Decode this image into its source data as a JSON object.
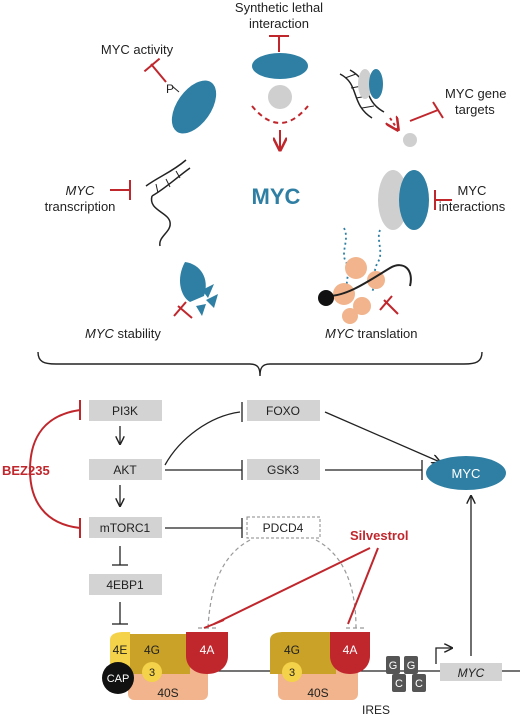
{
  "top": {
    "synthetic_lethal": [
      "Synthetic lethal",
      "interaction"
    ],
    "myc_activity": "MYC activity",
    "phospho": "P",
    "myc_gene_targets": [
      "MYC gene",
      "targets"
    ],
    "myc_transcription": [
      "MYC",
      "transcription"
    ],
    "center_label": "MYC",
    "myc_interactions": [
      "MYC",
      "interactions"
    ],
    "myc_stability": [
      "MYC",
      " stability"
    ],
    "myc_translation": [
      "MYC",
      " translation"
    ]
  },
  "pathway": {
    "pi3k": "PI3K",
    "akt": "AKT",
    "mtorc1": "mTORC1",
    "fourebp1": "4EBP1",
    "foxo": "FOXO",
    "gsk3": "GSK3",
    "pdcd4": "PDCD4",
    "myc_node": "MYC",
    "bez235": "BEZ235",
    "silvestrol": "Silvestrol"
  },
  "complex": {
    "e4": "4E",
    "g4": "4G",
    "a4": "4A",
    "cap": "CAP",
    "three": "3",
    "s40": "40S",
    "g4b": "4G",
    "a4b": "4A",
    "threeb": "3",
    "s40b": "40S",
    "ires": "IRES",
    "g": "G",
    "c": "C",
    "myc_gene": "MYC"
  },
  "colors": {
    "blue": "#2e7fa3",
    "red": "#c0272d",
    "gold": "#c9a227",
    "peach": "#f1b48c",
    "yellow": "#f4d24a",
    "grey": "#d3d3d3"
  }
}
